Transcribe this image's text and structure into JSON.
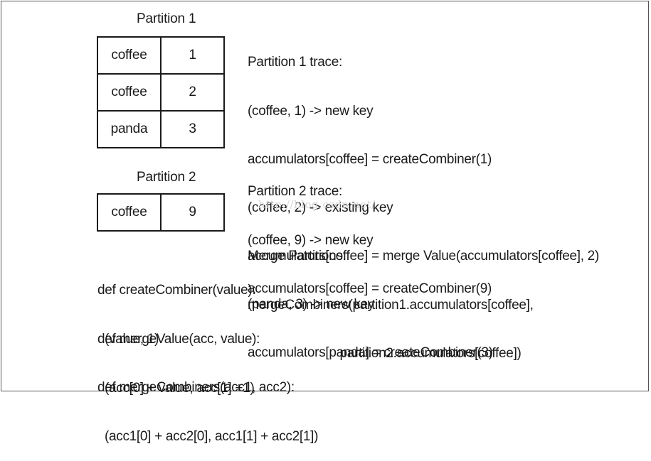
{
  "partition1": {
    "title": "Partition 1",
    "rows": [
      {
        "key": "coffee",
        "value": "1"
      },
      {
        "key": "coffee",
        "value": "2"
      },
      {
        "key": "panda",
        "value": "3"
      }
    ]
  },
  "partition2": {
    "title": "Partition 2",
    "rows": [
      {
        "key": "coffee",
        "value": "9"
      }
    ]
  },
  "functions": {
    "create_combiner": [
      "def createCombiner(value):",
      "  (value, 1)"
    ],
    "merge_value": [
      "def mergeValue(acc, value):",
      "  (acc[0] + value, acc[1] +1)"
    ],
    "merge_combiners": [
      "def mergeCombiners(acc1, acc2):",
      "  (acc1[0] + acc2[0], acc1[1] + acc2[1])"
    ]
  },
  "trace1": {
    "title": "Partition 1 trace:",
    "lines": [
      "(coffee, 1) -> new key",
      "accumulators[coffee] = createCombiner(1)",
      "(coffee, 2) -> existing key",
      "accumulators[coffee] = merge Value(accumulators[coffee], 2)",
      "(panda, 3) -> new key",
      "accumulators[panda] = createCombiner(3)"
    ]
  },
  "trace2": {
    "title": "Partition 2 trace:",
    "lines": [
      "(coffee, 9) -> new key",
      "accumulators[coffee] = createCombiner(9)"
    ]
  },
  "merge": {
    "title": "Merge Partitions:",
    "lines": [
      "mergeCombiners(partition1.accumulators[coffee],",
      "                          partition2.accumulators[coffee])"
    ]
  },
  "watermark": "http://blog.csdn.net/"
}
